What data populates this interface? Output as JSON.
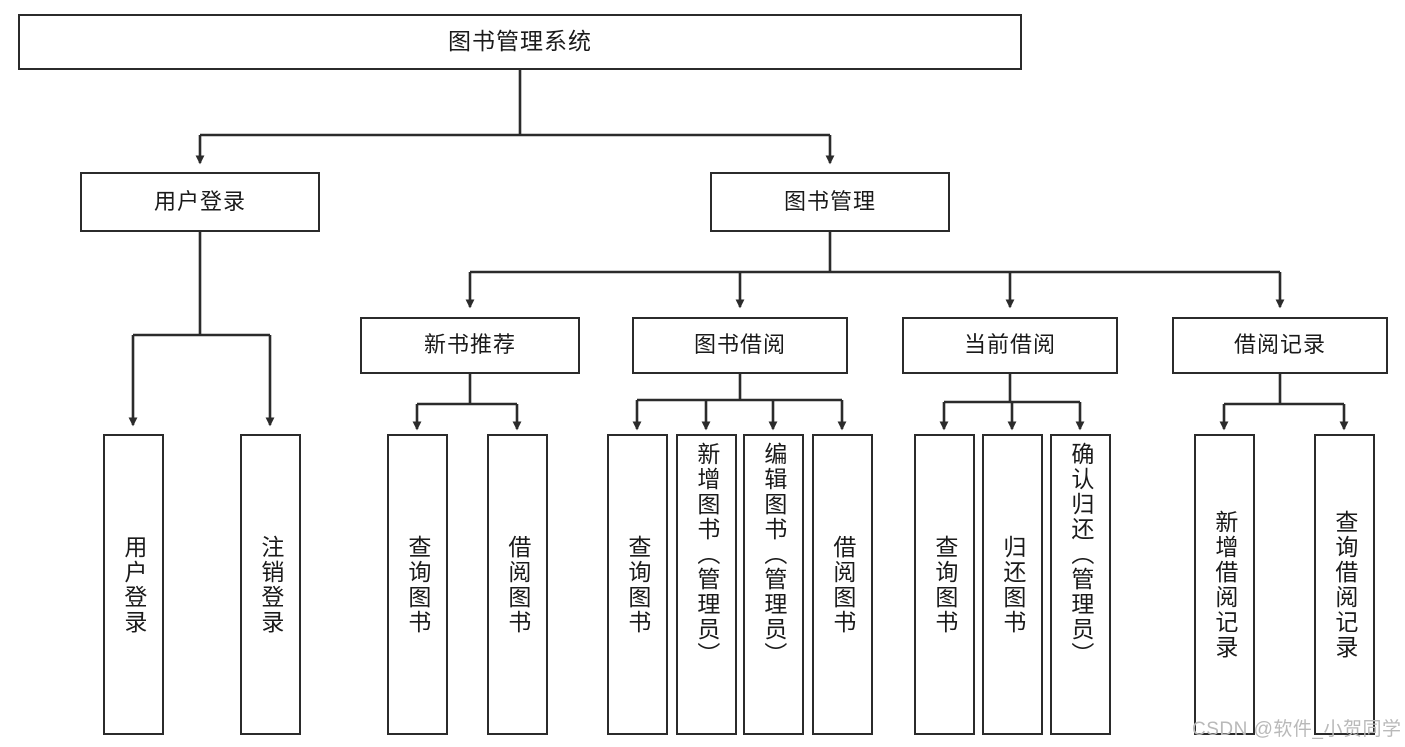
{
  "diagram": {
    "title": "图书管理系统",
    "type": "tree",
    "stroke_color": "#2b2b2b",
    "fill_color": "#ffffff",
    "text_color": "#1a1a1a",
    "watermark": "CSDN @软件_小贺同学"
  },
  "nodes": {
    "root": {
      "label": "图书管理系统"
    },
    "level1": [
      {
        "label": "用户登录"
      },
      {
        "label": "图书管理"
      }
    ],
    "level2": [
      {
        "label": "新书推荐"
      },
      {
        "label": "图书借阅"
      },
      {
        "label": "当前借阅"
      },
      {
        "label": "借阅记录"
      }
    ],
    "leaves_user_login": [
      {
        "label": "用户登录"
      },
      {
        "label": "注销登录"
      }
    ],
    "leaves_new_book": [
      {
        "label": "查询图书"
      },
      {
        "label": "借阅图书"
      }
    ],
    "leaves_borrow": [
      {
        "label": "查询图书"
      },
      {
        "label": "新增图书（管理员）"
      },
      {
        "label": "编辑图书（管理员）"
      },
      {
        "label": "借阅图书"
      }
    ],
    "leaves_current": [
      {
        "label": "查询图书"
      },
      {
        "label": "归还图书"
      },
      {
        "label": "确认归还（管理员）"
      }
    ],
    "leaves_records": [
      {
        "label": "新增借阅记录"
      },
      {
        "label": "查询借阅记录"
      }
    ]
  },
  "edges": [
    {
      "from": "图书管理系统",
      "to": "用户登录"
    },
    {
      "from": "图书管理系统",
      "to": "图书管理"
    },
    {
      "from": "用户登录",
      "to": "用户登录"
    },
    {
      "from": "用户登录",
      "to": "注销登录"
    },
    {
      "from": "图书管理",
      "to": "新书推荐"
    },
    {
      "from": "图书管理",
      "to": "图书借阅"
    },
    {
      "from": "图书管理",
      "to": "当前借阅"
    },
    {
      "from": "图书管理",
      "to": "借阅记录"
    },
    {
      "from": "新书推荐",
      "to": "查询图书"
    },
    {
      "from": "新书推荐",
      "to": "借阅图书"
    },
    {
      "from": "图书借阅",
      "to": "查询图书"
    },
    {
      "from": "图书借阅",
      "to": "新增图书（管理员）"
    },
    {
      "from": "图书借阅",
      "to": "编辑图书（管理员）"
    },
    {
      "from": "图书借阅",
      "to": "借阅图书"
    },
    {
      "from": "当前借阅",
      "to": "查询图书"
    },
    {
      "from": "当前借阅",
      "to": "归还图书"
    },
    {
      "from": "当前借阅",
      "to": "确认归还（管理员）"
    },
    {
      "from": "借阅记录",
      "to": "新增借阅记录"
    },
    {
      "from": "借阅记录",
      "to": "查询借阅记录"
    }
  ]
}
